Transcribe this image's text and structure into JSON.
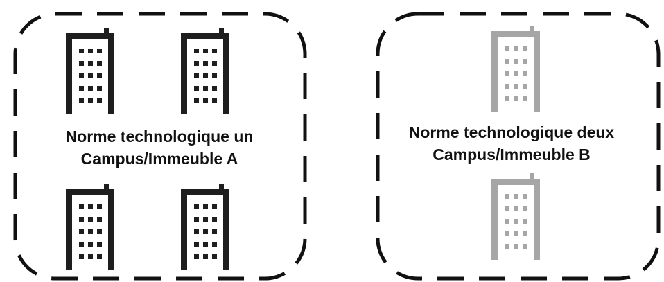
{
  "diagram": {
    "groups": [
      {
        "id": "a",
        "label_line1": "Norme technologique un",
        "label_line2": "Campus/Immeuble A",
        "building_count": 4,
        "building_color": "#1e1e1e",
        "building_icon": "office-building-icon"
      },
      {
        "id": "b",
        "label_line1": "Norme technologique deux",
        "label_line2": "Campus/Immeuble B",
        "building_count": 2,
        "building_color": "#a6a6a6",
        "building_icon": "office-building-icon"
      }
    ],
    "border_style": "dashed"
  }
}
